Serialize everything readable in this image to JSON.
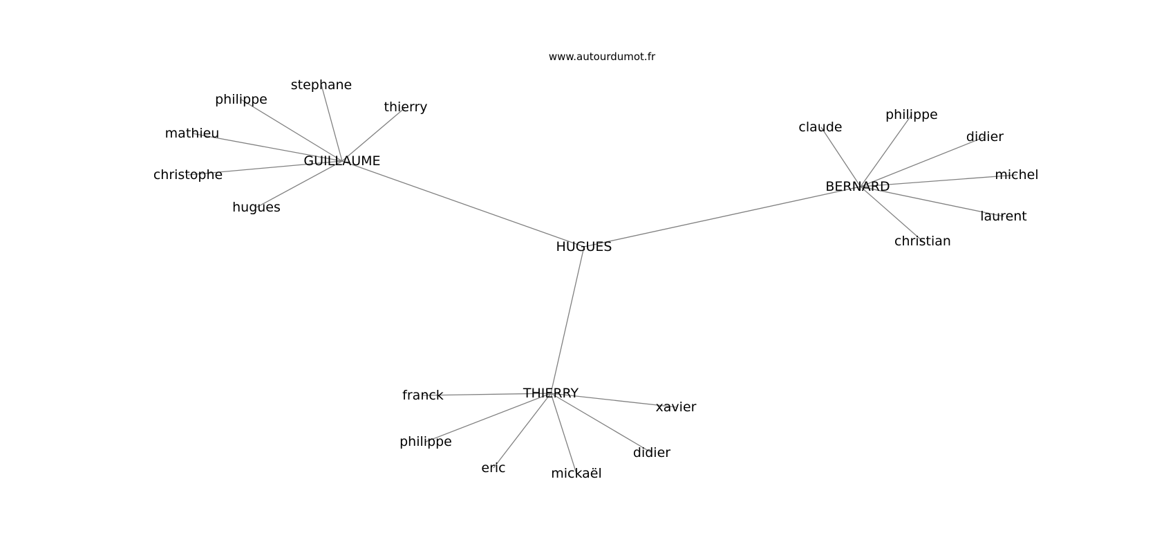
{
  "header": {
    "site": "www.autourdumot.fr"
  },
  "colors": {
    "edge": "#808080",
    "text": "#000000",
    "background": "#ffffff"
  },
  "graph": {
    "center": "HUGUES",
    "groups": [
      {
        "hub": "GUILLAUME",
        "leaves": [
          "stephane",
          "philippe",
          "thierry",
          "mathieu",
          "christophe",
          "hugues"
        ]
      },
      {
        "hub": "BERNARD",
        "leaves": [
          "claude",
          "philippe",
          "didier",
          "michel",
          "laurent",
          "christian"
        ]
      },
      {
        "hub": "THIERRY",
        "leaves": [
          "franck",
          "xavier",
          "philippe",
          "didier",
          "eric",
          "mickaël"
        ]
      }
    ]
  }
}
